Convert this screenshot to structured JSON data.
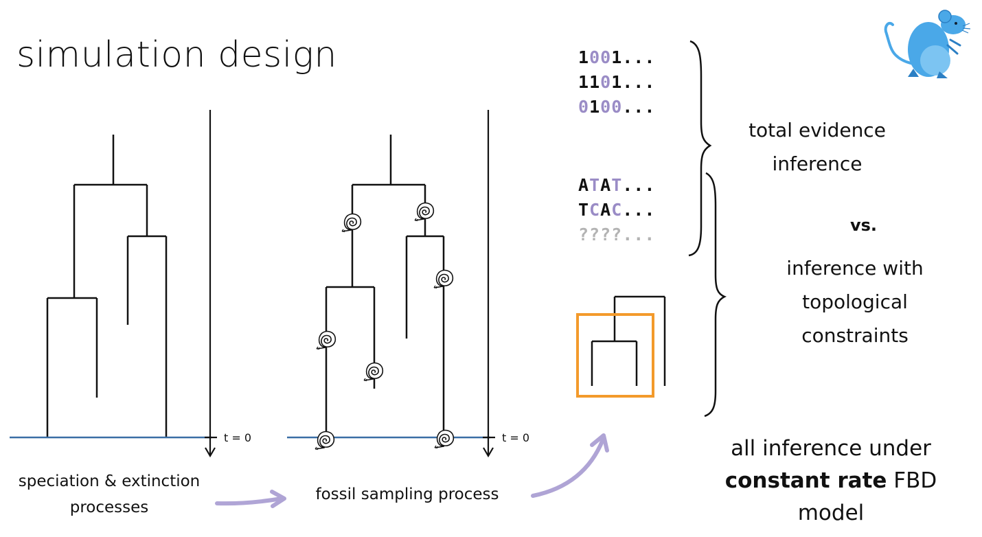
{
  "title": "simulation design",
  "captions": {
    "speciation": [
      "speciation & extinction",
      "processes"
    ],
    "fossil": "fossil sampling process"
  },
  "time_label": "t = 0",
  "sequences": {
    "binary": [
      [
        {
          "c": "1",
          "p": false
        },
        {
          "c": "0",
          "p": true
        },
        {
          "c": "0",
          "p": true
        },
        {
          "c": "1",
          "p": false
        },
        {
          "c": "...",
          "p": false
        }
      ],
      [
        {
          "c": "1",
          "p": false
        },
        {
          "c": "1",
          "p": false
        },
        {
          "c": "0",
          "p": true
        },
        {
          "c": "1",
          "p": false
        },
        {
          "c": "...",
          "p": false
        }
      ],
      [
        {
          "c": "0",
          "p": true
        },
        {
          "c": "1",
          "p": false
        },
        {
          "c": "0",
          "p": true
        },
        {
          "c": "0",
          "p": true
        },
        {
          "c": "...",
          "p": false
        }
      ]
    ],
    "dna": [
      [
        {
          "c": "A",
          "p": false
        },
        {
          "c": "T",
          "p": true
        },
        {
          "c": "A",
          "p": false
        },
        {
          "c": "T",
          "p": true
        },
        {
          "c": "...",
          "p": false
        }
      ],
      [
        {
          "c": "T",
          "p": false
        },
        {
          "c": "C",
          "p": true
        },
        {
          "c": "A",
          "p": false
        },
        {
          "c": "C",
          "p": true
        },
        {
          "c": "...",
          "p": false
        }
      ],
      [
        {
          "c": "????...",
          "p": false,
          "g": true
        }
      ]
    ]
  },
  "total_evidence": [
    "total evidence",
    "inference"
  ],
  "vs": "vs.",
  "topological": [
    "inference with",
    "topological",
    "constraints"
  ],
  "bottom": {
    "pre": "all inference under",
    "bold": "constant rate",
    "post": " FBD",
    "last": "model"
  },
  "colors": {
    "axis": "#3a6ea5",
    "purple": "#9a8cc6",
    "orange": "#f39a2b",
    "arrow": "#a79bd1",
    "mouse": "#4aa8e8"
  },
  "icons": [
    "mouse-logo-icon",
    "ammonite-fossil-icon",
    "curved-arrow-icon"
  ]
}
